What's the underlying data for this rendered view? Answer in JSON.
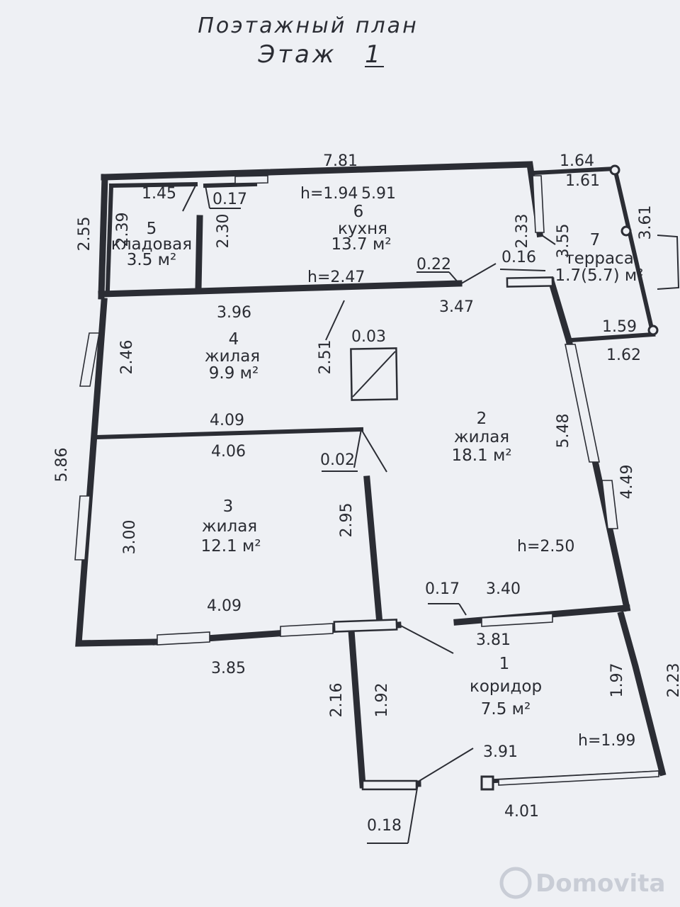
{
  "header": {
    "title": "Поэтажный план",
    "floor_label": "Этаж",
    "floor_number": "1"
  },
  "rooms": {
    "r1": {
      "num": "1",
      "name": "коридор",
      "area": "7.5 м²"
    },
    "r2": {
      "num": "2",
      "name": "жилая",
      "area": "18.1 м²"
    },
    "r3": {
      "num": "3",
      "name": "жилая",
      "area": "12.1 м²"
    },
    "r4": {
      "num": "4",
      "name": "жилая",
      "area": "9.9 м²"
    },
    "r5": {
      "num": "5",
      "name": "кладовая",
      "area": "3.5 м²"
    },
    "r6": {
      "num": "6",
      "name": "кухня",
      "area": "13.7 м²"
    },
    "r7": {
      "num": "7",
      "name": "терраса",
      "area": "1.7(5.7) м²"
    }
  },
  "heights": {
    "h_kitchen": "h=1.94",
    "h_mid": "h=2.47",
    "h_living": "h=2.50",
    "h_corridor": "h=1.99"
  },
  "dims": {
    "top_total": "7.81",
    "kitchen_top": "5.91",
    "storage_top": "1.45",
    "wall_017_top": "0.17",
    "left_255": "2.55",
    "storage_239": "2.39",
    "storage_230": "2.30",
    "kitchen_233": "2.33",
    "wall_022": "0.22",
    "wall_016": "0.16",
    "kitchen_347": "3.47",
    "terrace_top_164": "1.64",
    "terrace_top_161": "1.61",
    "terrace_355": "3.55",
    "terrace_361": "3.61",
    "terrace_159": "1.59",
    "terrace_162": "1.62",
    "room4_top": "3.96",
    "room4_246": "2.46",
    "room4_251": "2.51",
    "chimney_003": "0.03",
    "room4_bottom": "4.09",
    "room3_top": "4.06",
    "wall_002": "0.02",
    "left_586": "5.86",
    "room3_300": "3.00",
    "room3_295": "2.95",
    "room3_bottom": "4.09",
    "bottom_385": "3.85",
    "room2_548": "5.48",
    "room2_449": "4.49",
    "wall_017_mid": "0.17",
    "room2_340": "3.40",
    "corr_381": "3.81",
    "corr_216": "2.16",
    "corr_192": "1.92",
    "corr_197": "1.97",
    "corr_223": "2.23",
    "corr_391": "3.91",
    "corr_018": "0.18",
    "corr_401": "4.01"
  },
  "watermark": "Domovita"
}
